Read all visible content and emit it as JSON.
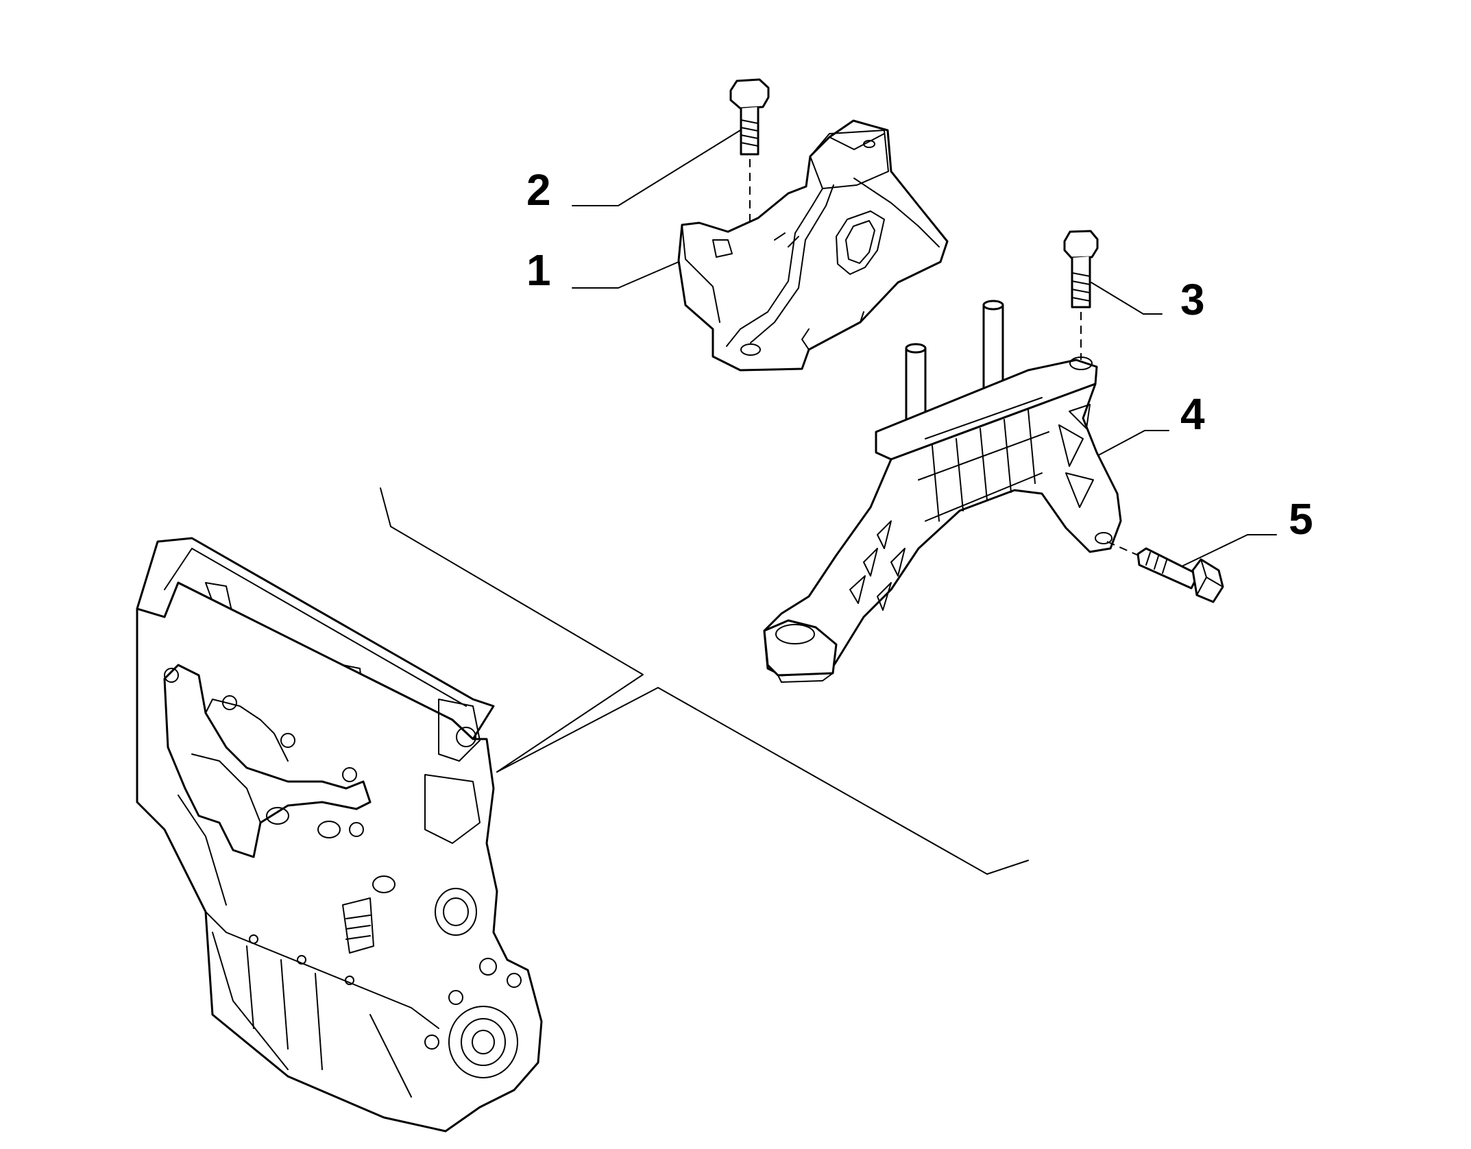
{
  "callouts": [
    {
      "id": "1",
      "text": "1"
    },
    {
      "id": "2",
      "text": "2"
    },
    {
      "id": "3",
      "text": "3"
    },
    {
      "id": "4",
      "text": "4"
    },
    {
      "id": "5",
      "text": "5"
    }
  ],
  "parts": [
    "engine-mount",
    "mount-bolt",
    "bracket-bolt",
    "mounting-bracket",
    "bracket-side-bolt",
    "engine-block"
  ]
}
